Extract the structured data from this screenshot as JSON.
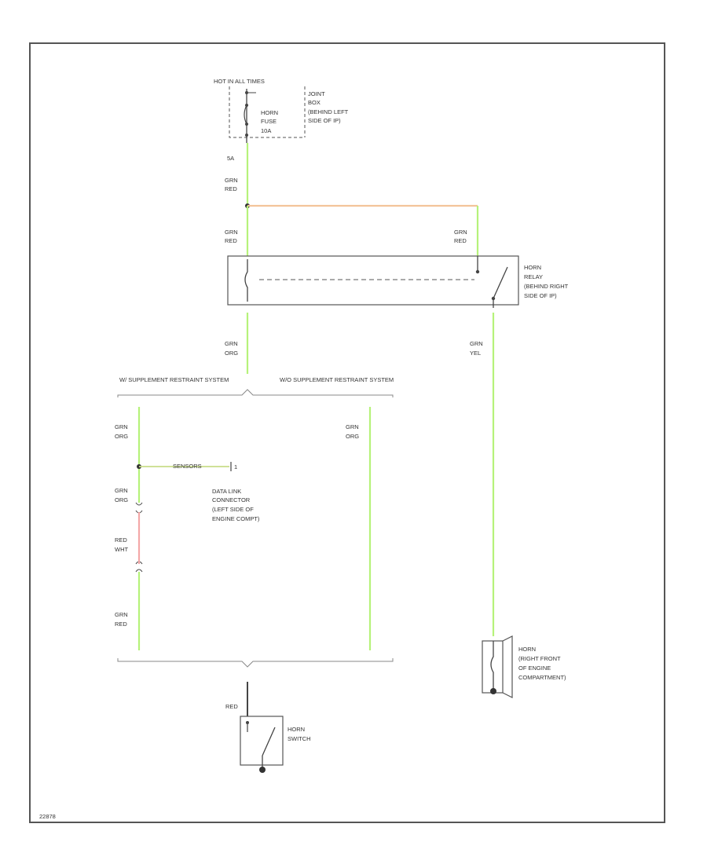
{
  "colors": {
    "wire_green": "#b6f27a",
    "wire_orange": "#f3c49a",
    "wire_red": "#f4a8a8",
    "ink": "#333333"
  },
  "fuse_box": {
    "title": "HOT IN ALL TIMES",
    "labels": [
      "JOINT",
      "BOX",
      "(BEHIND LEFT",
      "SIDE OF IP)"
    ],
    "fuse_labels": [
      "HORN",
      "FUSE",
      "10A"
    ]
  },
  "terminal_fuse_out": "5A",
  "wires": {
    "w1": [
      "GRN",
      "RED"
    ],
    "w2": [
      "GRN",
      "RED"
    ],
    "w3": [
      "GRN",
      "RED"
    ],
    "w4": [
      "GRN",
      "ORG"
    ],
    "w5": [
      "GRN",
      "YEL"
    ],
    "w6": [
      "GRN",
      "ORG"
    ],
    "w7": [
      "GRN",
      "ORG"
    ],
    "w8": [
      "GRN",
      "ORG"
    ],
    "w9": [
      "RED",
      "WHT"
    ],
    "w10": [
      "GRN",
      "RED"
    ],
    "w11": "RED"
  },
  "relay": {
    "labels": [
      "HORN",
      "RELAY",
      "(BEHIND RIGHT",
      "SIDE OF IP)"
    ]
  },
  "branches": {
    "with_srs": "W/ SUPPLEMENT RESTRAINT SYSTEM",
    "without_srs": "W/O SUPPLEMENT RESTRAINT SYSTEM"
  },
  "sensors_tag": "SENSORS",
  "sensors_pin": "1",
  "data_link": {
    "labels": [
      "DATA LINK",
      "CONNECTOR",
      "(LEFT SIDE OF",
      "ENGINE COMPT)"
    ]
  },
  "horn": {
    "labels": [
      "HORN",
      "(RIGHT FRONT",
      "OF ENGINE",
      "COMPARTMENT)"
    ]
  },
  "horn_switch": {
    "labels": [
      "HORN",
      "SWITCH"
    ]
  },
  "footer_code": "22878"
}
